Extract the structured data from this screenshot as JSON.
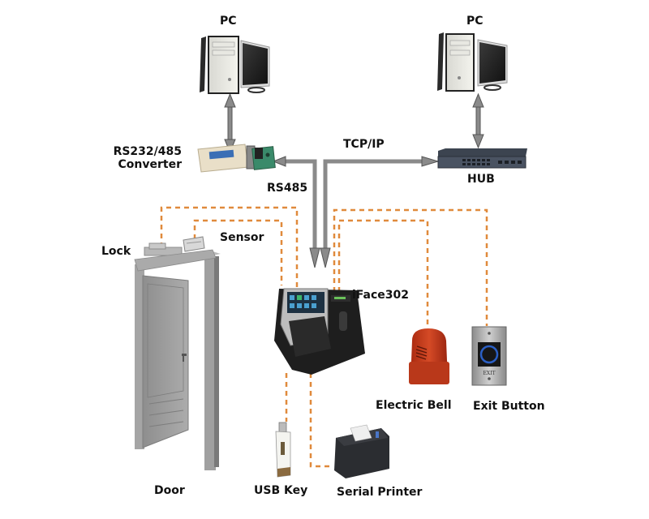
{
  "diagram": {
    "title": "iFace302 Access Control Connection Diagram",
    "colors": {
      "dashed_wire": "#e08a3c",
      "arrow_fill": "#8a8a8a",
      "arrow_stroke": "#555555",
      "bell_red": "#c63a1c",
      "door_gray": "#9c9c9c",
      "device_black": "#1e1e1e"
    },
    "nodes": {
      "pc_left": {
        "label": "PC"
      },
      "pc_right": {
        "label": "PC"
      },
      "converter": {
        "label_line1": "RS232/485",
        "label_line2": "Converter"
      },
      "hub": {
        "label": "HUB"
      },
      "terminal": {
        "label": "iFace302"
      },
      "lock": {
        "label": "Lock"
      },
      "sensor": {
        "label": "Sensor"
      },
      "door": {
        "label": "Door"
      },
      "usb_key": {
        "label": "USB Key"
      },
      "serial_printer": {
        "label": "Serial Printer"
      },
      "electric_bell": {
        "label": "Electric Bell"
      },
      "exit_button": {
        "label": "Exit Button",
        "plate_text": "EXIT"
      }
    },
    "links": {
      "rs485": {
        "label": "RS485"
      },
      "tcpip": {
        "label": "TCP/IP"
      }
    }
  }
}
